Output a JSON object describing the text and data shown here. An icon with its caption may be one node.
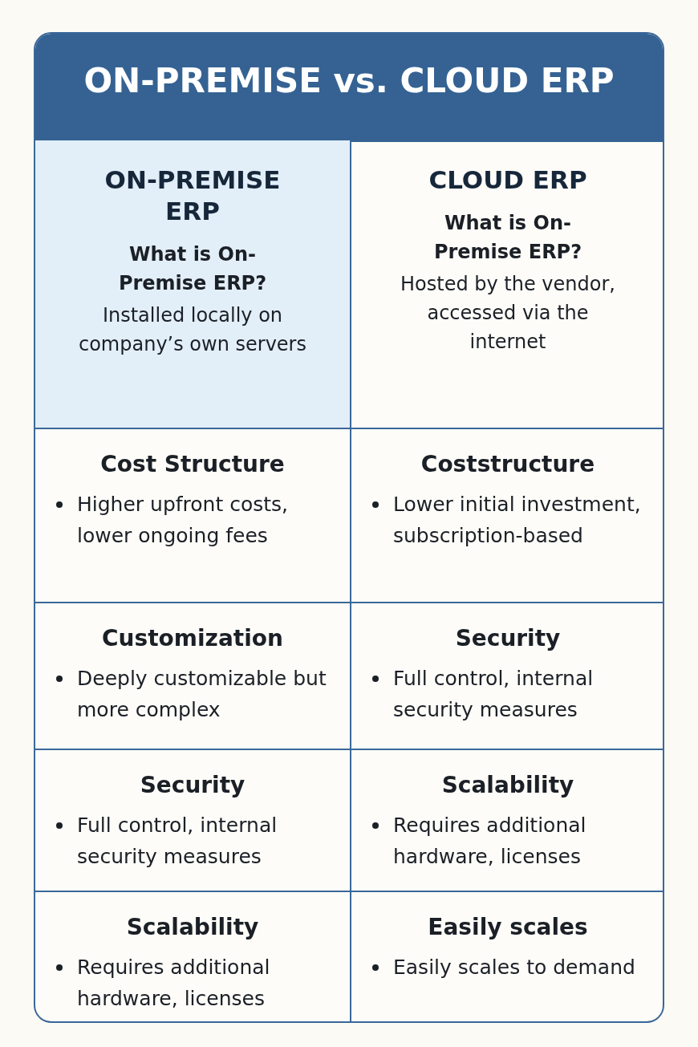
{
  "diagram": {
    "title": "ON-PREMISE vs. CLOUD ERP",
    "nodes": [
      {
        "text": [
          "ON-PREMISE ERP",
          "What is On-Premise ERP?",
          "Installed locally on company’s own servers"
        ]
      },
      {
        "text": [
          "CLOUD ERP",
          "What is On-Premise ERP?",
          "Hosted by the vendor, accessed via the internet"
        ]
      },
      {
        "text": [
          "Cost Structure",
          "Higher upfront costs, lower ongoing fees"
        ]
      },
      {
        "text": [
          "Coststructure",
          "Lower initial investment, subscription-based"
        ]
      },
      {
        "text": [
          "Customization",
          "Deeply customizable but more complex"
        ]
      },
      {
        "text": [
          "Security",
          "Full control, internal security measures"
        ]
      },
      {
        "text": [
          "Security",
          "Full control, internal security measures"
        ]
      },
      {
        "text": [
          "Scalability",
          "Requires additional hardware, licenses"
        ]
      },
      {
        "text": [
          "Scalability",
          "Requires additional hardware, licenses"
        ]
      },
      {
        "text": [
          "Easily scales",
          "Easily scales to demand"
        ]
      }
    ]
  }
}
